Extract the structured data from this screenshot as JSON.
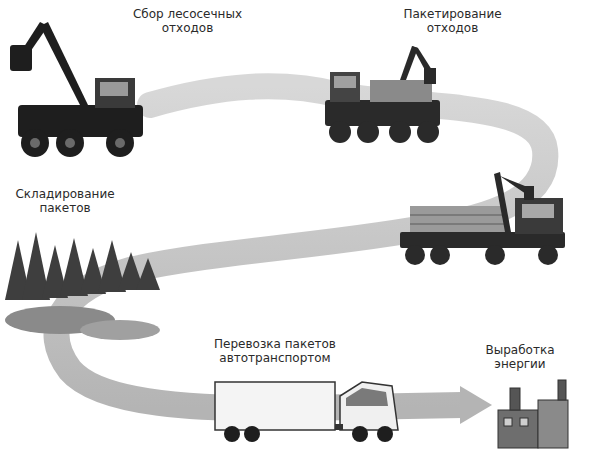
{
  "diagram": {
    "labels": [
      "Сбор лесосечных отходов",
      "Пакетирование отходов",
      "Складирование пакетов",
      "Перевозка пакетов автотранспортом",
      "Выработка энергии"
    ]
  }
}
